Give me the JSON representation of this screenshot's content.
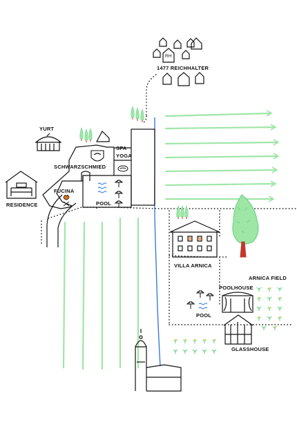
{
  "labels": {
    "reichhalter": "1477 REICHHALTER",
    "yurt": "YURT",
    "residence": "RESIDENCE",
    "schwarzschmied": "SCHWARZSCHMIED",
    "spa": "SPA",
    "yoga": "YOGA",
    "fucina": "FUCINA",
    "pool_main": "POOL",
    "villa_arnica": "VILLA ARNICA",
    "arnica_field": "ARNICA FIELD",
    "poolhouse": "POOLHOUSE",
    "pool_villa": "POOL",
    "glasshouse": "GLASSHOUSE",
    "rh_sign": "RH"
  },
  "colors": {
    "ink": "#111111",
    "field_green": "#9ee6a6",
    "tree_green": "#6fd38a",
    "trunk_red": "#c0392b",
    "water_blue": "#3b82e8",
    "stream_blue": "#2a6fdc",
    "flower_yellow": "#f2d43b",
    "fire_orange": "#e8731a"
  },
  "icons": [
    "house-icon",
    "yurt-icon",
    "umbrella-icon",
    "water-icon",
    "tree-icon",
    "cypress-icon",
    "fire-icon",
    "church-icon"
  ]
}
